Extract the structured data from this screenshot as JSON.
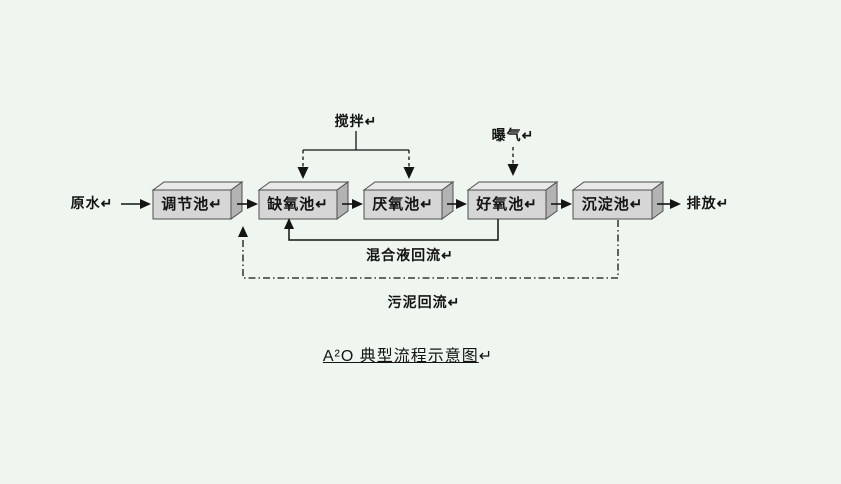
{
  "colors": {
    "background": "#eff5ef",
    "box_front": "#d6d6d6",
    "box_top": "#e9e9e9",
    "box_side": "#b3b3b3",
    "line": "#141414"
  },
  "diagram": {
    "input_label": "原水↵",
    "output_label": "排放↵",
    "tanks": [
      {
        "label": "调节池↵"
      },
      {
        "label": "缺氧池↵"
      },
      {
        "label": "厌氧池↵"
      },
      {
        "label": "好氧池↵"
      },
      {
        "label": "沉淀池↵"
      }
    ],
    "stirring_label": "搅拌↵",
    "aeration_label": "曝气↵",
    "mixed_liquor_return_label": "混合液回流↵",
    "sludge_return_label": "污泥回流↵",
    "title_text": "A²O 典型流程示意图",
    "title_return_mark": "↵"
  }
}
